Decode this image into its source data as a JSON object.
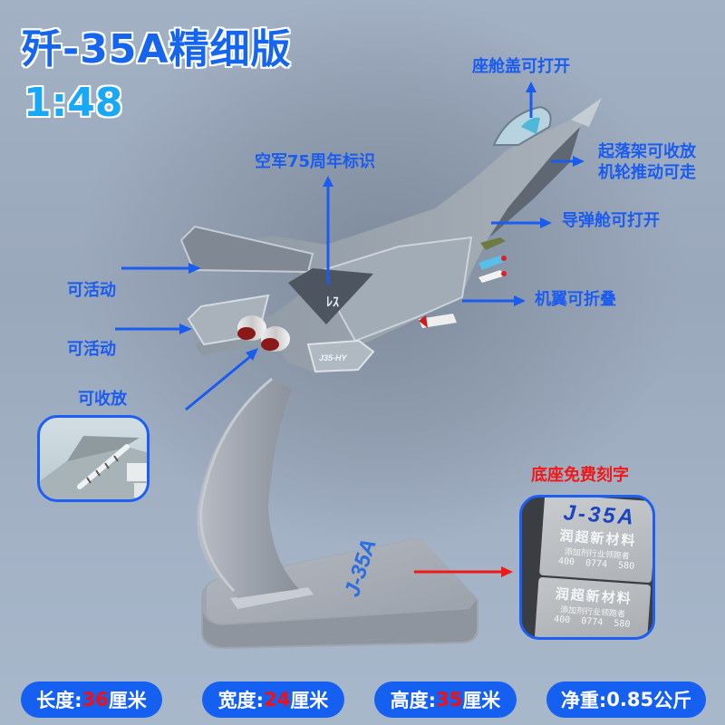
{
  "header": {
    "title": "歼-35A精细版",
    "scale": "1:48"
  },
  "colors": {
    "title_blue": "#1565ee",
    "scale_cyan": "#19a8f4",
    "annotation_blue": "#1a5cf0",
    "accent_red": "#f01818",
    "pill_blue": "#1560f0"
  },
  "annotations": {
    "canopy": "座舱盖可打开",
    "air_force_mark": "空军75周年标识",
    "landing_gear_line1": "起落架可收放",
    "landing_gear_line2": "机轮推动可走",
    "missile_bay": "导弹舱可打开",
    "wing_fold": "机翼可折叠",
    "stabilizer_1": "可活动",
    "stabilizer_2": "可活动",
    "retractable": "可收放",
    "engraving": "底座免费刻字"
  },
  "model": {
    "base_text": "J-35A",
    "tail_marking": "J35-HY"
  },
  "engraving_plate": {
    "title": "J-35A",
    "company": "润超新材料",
    "slogan": "添加剂行业领跑者",
    "phone": "400  0774  580"
  },
  "specs": [
    {
      "label": "长度:",
      "value": "36",
      "unit": "厘米",
      "highlight": true
    },
    {
      "label": "宽度:",
      "value": "24",
      "unit": "厘米",
      "highlight": true
    },
    {
      "label": "高度:",
      "value": "35",
      "unit": "厘米",
      "highlight": true
    },
    {
      "label": "净重:",
      "value": "0.85",
      "unit": "公斤",
      "highlight": false
    }
  ]
}
